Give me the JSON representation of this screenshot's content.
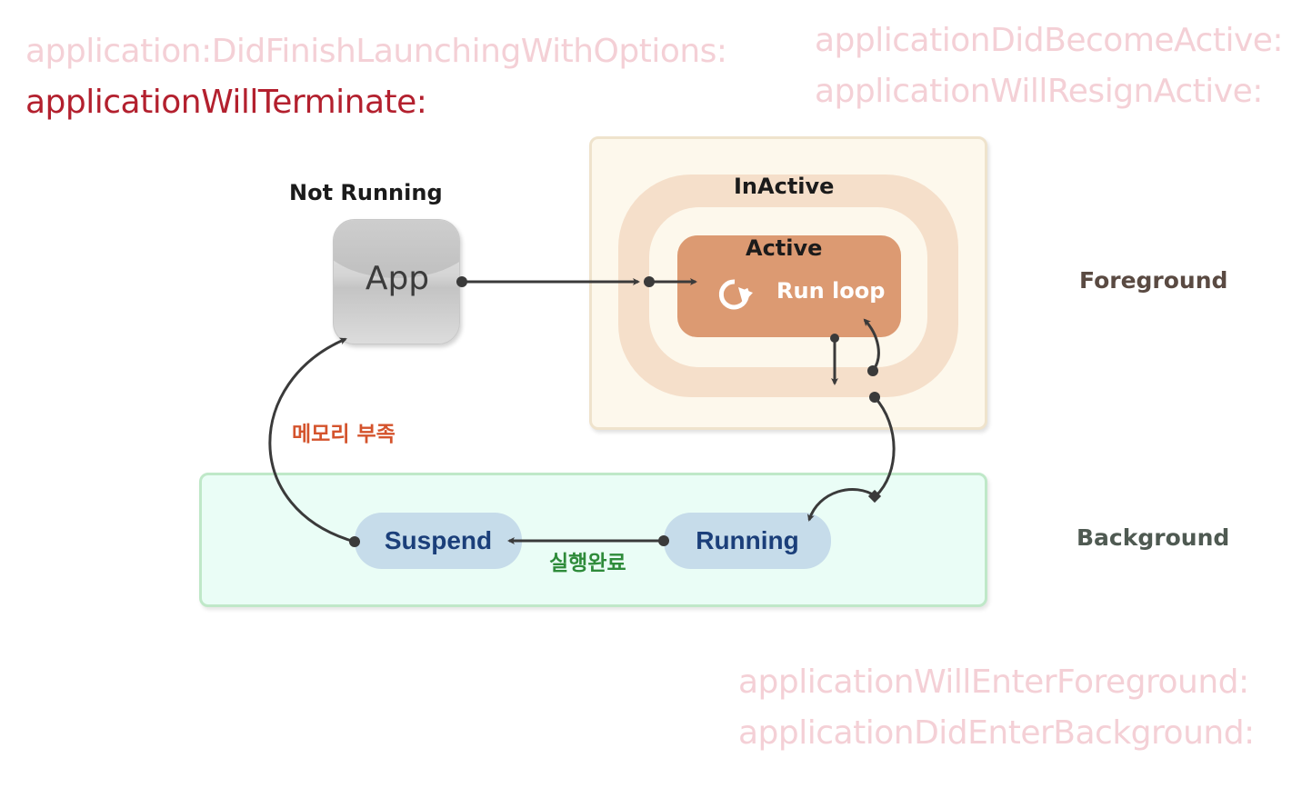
{
  "methods": {
    "did_finish_launching": "application:DidFinishLaunchingWithOptions:",
    "will_terminate": "applicationWillTerminate:",
    "did_become_active": "applicationDidBecomeActive:",
    "will_resign_active": "applicationWillResignActive:",
    "will_enter_foreground": "applicationWillEnterForeground:",
    "did_enter_background": "applicationDidEnterBackground:"
  },
  "states": {
    "not_running": "Not Running",
    "app_icon": "App",
    "inactive": "InActive",
    "active": "Active",
    "run_loop": "Run loop",
    "suspend": "Suspend",
    "running": "Running"
  },
  "regions": {
    "foreground": "Foreground",
    "background": "Background"
  },
  "transitions": {
    "memory_low": "메모리 부족",
    "execution_done": "실행완료"
  },
  "colors": {
    "faded_text": "#f4d0d6",
    "highlight_text": "#b3202e",
    "foreground_bg": "#fdf8ec",
    "inactive_ring": "#f5dfca",
    "active_box": "#dc9a72",
    "background_bg": "#eafdf6",
    "background_border": "#bfe8c8",
    "pill": "#c6dcea",
    "memory_label": "#d4532c",
    "done_label": "#2e8b3a"
  }
}
